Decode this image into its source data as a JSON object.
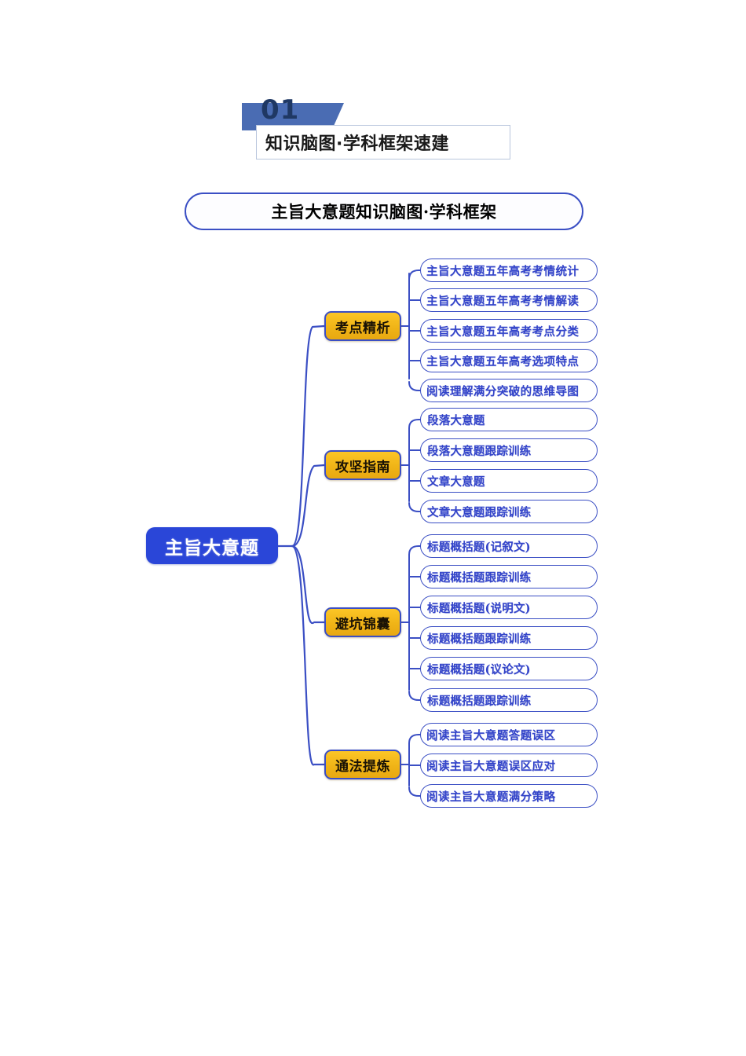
{
  "section": {
    "number": "01",
    "title": "知识脑图·学科框架速建"
  },
  "map_title": "主旨大意题知识脑图·学科框架",
  "root": {
    "label": "主旨大意题"
  },
  "colors": {
    "root_fill": "#2a46d8",
    "branch_fill": "#f0b417",
    "node_border": "#3b4fc4",
    "leaf_text": "#3344c9",
    "banner_blue": "#4a6cb3",
    "section_number_text": "#1f3864"
  },
  "branches": [
    {
      "label": "考点精析",
      "leaves": [
        "主旨大意题五年高考考情统计",
        "主旨大意题五年高考考情解读",
        "主旨大意题五年高考考点分类",
        "主旨大意题五年高考选项特点",
        "阅读理解满分突破的思维导图"
      ]
    },
    {
      "label": "攻坚指南",
      "leaves": [
        "段落大意题",
        "段落大意题跟踪训练",
        "文章大意题",
        "文章大意题跟踪训练"
      ]
    },
    {
      "label": "避坑锦囊",
      "leaves": [
        "标题概括题(记叙文)",
        "标题概括题跟踪训练",
        "标题概括题(说明文)",
        "标题概括题跟踪训练",
        "标题概括题(议论文)",
        "标题概括题跟踪训练"
      ]
    },
    {
      "label": "通法提炼",
      "leaves": [
        "阅读主旨大意题答题误区",
        "阅读主旨大意题误区应对",
        "阅读主旨大意题满分策略"
      ]
    }
  ]
}
